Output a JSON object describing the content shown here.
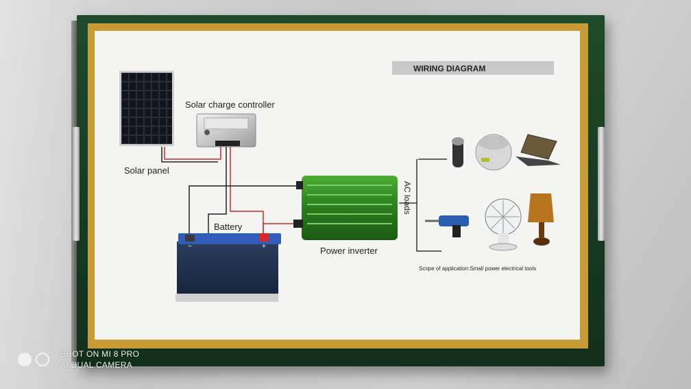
{
  "diagram": {
    "title": "WIRING DIAGRAM",
    "labels": {
      "solar_panel": "Solar panel",
      "charge_controller": "Solar charge controller",
      "battery": "Battery",
      "power_inverter": "Power inverter",
      "ac_loads": "AC loads",
      "scope": "Scope of application:Small power electrical tools"
    },
    "battery_terminals": {
      "negative": "−",
      "positive": "+"
    }
  },
  "watermark": {
    "line1": "SHOT ON MI 8 PRO",
    "line2": "AI DUAL CAMERA"
  },
  "colors": {
    "box_green": "#1e4b2a",
    "frame_gold": "#c79a36",
    "card": "#f4f4f2",
    "inverter_green": "#2f8a22",
    "battery_blue": "#2f5db8",
    "wire_red": "#d42a2a",
    "wire_black": "#222222"
  }
}
